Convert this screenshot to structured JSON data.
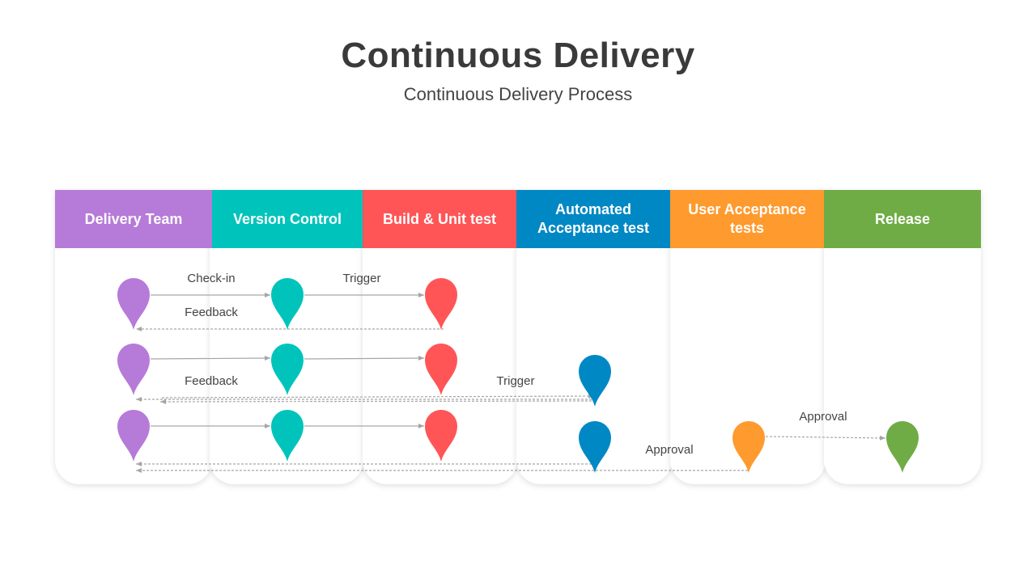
{
  "title": "Continuous Delivery",
  "subtitle": "Continuous Delivery Process",
  "colors": {
    "delivery_team": "#b67ad8",
    "version_control": "#00c4bb",
    "build_unit_test": "#ff5557",
    "automated_acceptance": "#0088c4",
    "user_acceptance": "#ff9a2e",
    "release": "#6fac45",
    "arrow": "#a6a6a6",
    "label": "#444444"
  },
  "columns": [
    {
      "label": "Delivery Team",
      "color": "#b67ad8"
    },
    {
      "label": "Version Control",
      "color": "#00c4bb"
    },
    {
      "label": "Build & Unit test",
      "color": "#ff5557"
    },
    {
      "label": "Automated Acceptance test",
      "color": "#0088c4"
    },
    {
      "label": "User Acceptance tests",
      "color": "#ff9a2e"
    },
    {
      "label": "Release",
      "color": "#6fac45"
    }
  ],
  "flow_labels": {
    "check_in": "Check-in",
    "trigger_1": "Trigger",
    "feedback_1": "Feedback",
    "feedback_2": "Feedback",
    "trigger_2": "Trigger",
    "approval_1": "Approval",
    "approval_2": "Approval"
  },
  "marker_icon": "map-pin-icon"
}
